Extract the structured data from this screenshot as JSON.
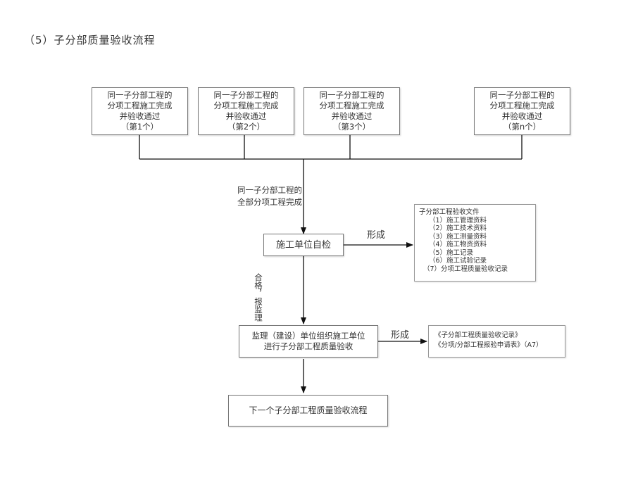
{
  "page_title": "（5）子分部质量验收流程",
  "top_boxes": [
    {
      "line1": "同一子分部工程的",
      "line2": "分项工程施工完成",
      "line3": "并验收通过",
      "line4": "（第1个）"
    },
    {
      "line1": "同一子分部工程的",
      "line2": "分项工程施工完成",
      "line3": "并验收通过",
      "line4": "（第2个）"
    },
    {
      "line1": "同一子分部工程的",
      "line2": "分项工程施工完成",
      "line3": "并验收通过",
      "line4": "（第3个）"
    },
    {
      "line1": "同一子分部工程的",
      "line2": "分项工程施工完成",
      "line3": "并验收通过",
      "line4": "（第n个）"
    }
  ],
  "merge_label": {
    "line1": "同一子分部工程的",
    "line2": "全部分项工程完成"
  },
  "self_check_box": "施工单位自检",
  "form_label_1": "形成",
  "acceptance_docs": {
    "heading": "子分部工程验收文件",
    "items": [
      "（1）施工管理资料",
      "（2）施工技术资料",
      "（3）施工测量资料",
      "（4）施工物资资料",
      "（5）施工记录",
      "（6）施工试验记录",
      "（7）分项工程质量验收记录"
    ]
  },
  "pass_label": "合格，报监理",
  "supervision_box": {
    "line1": "监理（建设）单位组织施工单位",
    "line2": "进行子分部工程质量验收"
  },
  "form_label_2": "形成",
  "records": {
    "line1": "《子分部工程质量验收记录》",
    "line2": "《分项/分部工程报验申请表》（A7）"
  },
  "next_box": "下一个子分部工程质量验收流程",
  "colors": {
    "line": "#111111",
    "border": "#777777"
  }
}
